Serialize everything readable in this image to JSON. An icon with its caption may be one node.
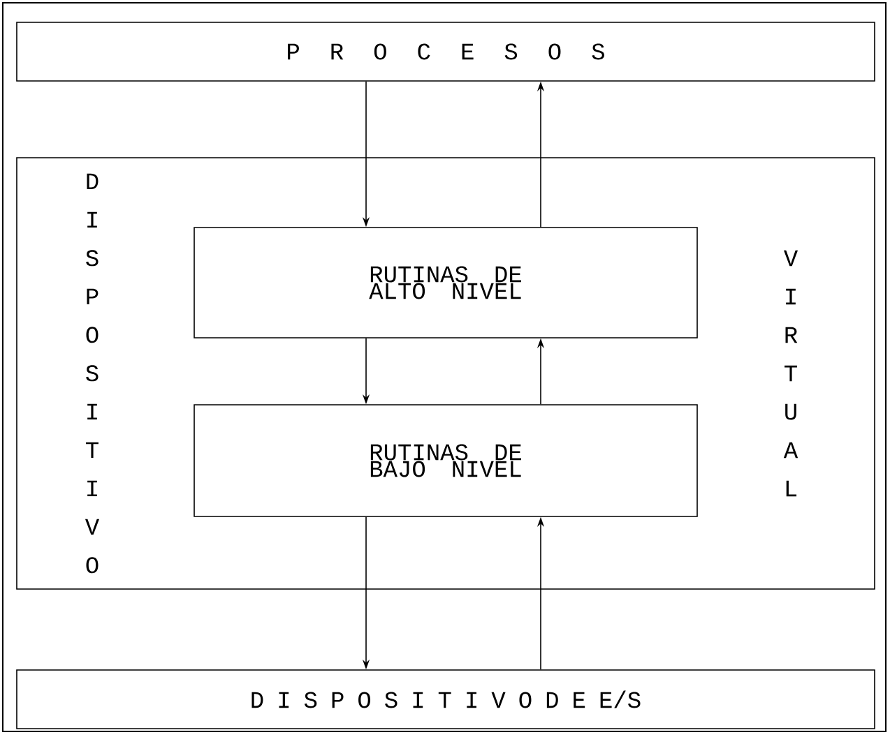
{
  "diagram": {
    "nodes": [
      {
        "text": [
          "P R O C E S O S"
        ]
      },
      {
        "text": [
          "DISPOSITIVO",
          "VIRTUAL"
        ]
      },
      {
        "text": [
          "RUTINAS DE ALTO NIVEL"
        ],
        "in": 1
      },
      {
        "text": [
          "RUTINAS DE BAJO NIVEL"
        ],
        "in": 1
      },
      {
        "text": [
          "D I S P O S I T I V O D E E/S"
        ]
      }
    ],
    "edges": [
      {
        "from": 0,
        "to": 2,
        "arrow": "to"
      },
      {
        "from": 2,
        "to": 0,
        "arrow": "to"
      },
      {
        "from": 2,
        "to": 3,
        "arrow": "to"
      },
      {
        "from": 3,
        "to": 2,
        "arrow": "to"
      },
      {
        "from": 3,
        "to": 4,
        "arrow": "to"
      },
      {
        "from": 4,
        "to": 3,
        "arrow": "to"
      }
    ]
  }
}
